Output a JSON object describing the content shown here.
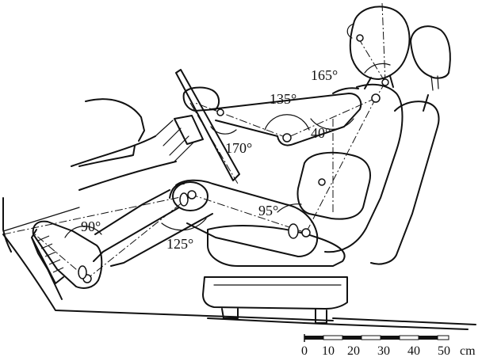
{
  "angles": {
    "head_neck": "165°",
    "upper_arm_forearm": "135°",
    "torso_upper_arm": "40°",
    "steering_arm": "170°",
    "torso_thigh": "95°",
    "knee": "125°",
    "ankle": "90°"
  },
  "scale_bar": {
    "ticks": [
      "0",
      "10",
      "20",
      "30",
      "40",
      "50"
    ],
    "unit": "cm"
  }
}
